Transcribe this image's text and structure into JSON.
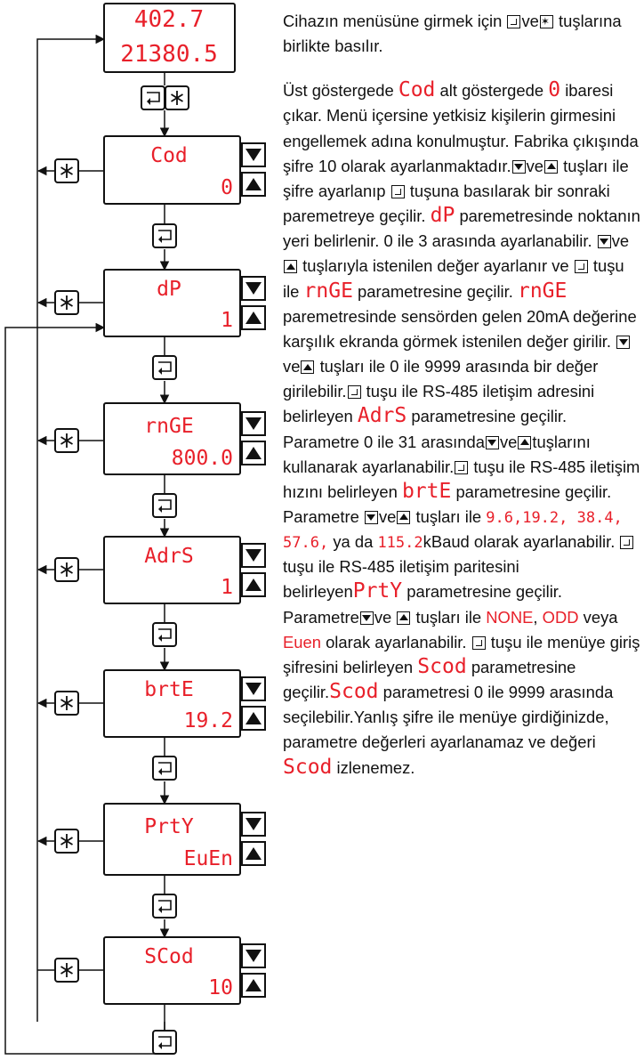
{
  "colors": {
    "display": "#e8202a",
    "line": "#111111"
  },
  "screens": [
    {
      "line1": "402.7",
      "line2": "21380.5"
    },
    {
      "line1": "Cod",
      "line2": "0"
    },
    {
      "line1": "dP",
      "line2": "1"
    },
    {
      "line1": "rnGE",
      "line2": "800.0"
    },
    {
      "line1": "AdrS",
      "line2": "1"
    },
    {
      "line1": "brtE",
      "line2": "19.2"
    },
    {
      "line1": "PrtY",
      "line2": "EuEn"
    },
    {
      "line1": "SCod",
      "line2": "10"
    }
  ],
  "keys": {
    "enter": "enter-key-icon",
    "star": "asterisk-key-icon",
    "down": "down-arrow-key-icon",
    "up": "up-arrow-key-icon"
  },
  "text": {
    "p1a": "Cihazın menüsüne girmek için",
    "ve": "ve",
    "p1b": "tuşlarına birlikte basılır.",
    "p2a": "Üst göstergede",
    "cod": "Cod",
    "p2b": "alt göstergede",
    "zero": "0",
    "p2c": "ibaresi çıkar. Menü içersine yetkisiz kişilerin girmesini engellemek adına konulmuştur. Fabrika çıkışında şifre 10 olarak ayarlanmaktadır.",
    "p2d": "tuşları ile şifre ayarlanıp",
    "p2e": "tuşuna basılarak bir sonraki paremetreye geçilir.",
    "dp": "dP",
    "p3a": "paremetresinde noktanın yeri belirlenir. 0 ile 3 arasında ayarlanabilir.",
    "p3b": "tuşlarıyla istenilen değer ayarlanır ve",
    "p3c": "tuşu ile",
    "rnge": "rnGE",
    "p3d": "parametresine geçilir.",
    "p4a": "paremetresinde sensörden gelen 20mA değerine karşılık ekranda görmek istenilen değer girilir.",
    "p4b": "tuşları ile 0 ile 9999 arasında bir değer girilebilir.",
    "p4c": "tuşu ile RS-485 iletişim adresini belirleyen",
    "adrs": "AdrS",
    "p4d": "parametresine geçilir. Parametre 0 ile 31 arasında",
    "p4e": "tuşlarını kullanarak ayarlanabilir.",
    "p4f": "tuşu ile RS-485 iletişim hızını belirleyen",
    "brte": "brtE",
    "p4g": "parametresine geçilir. Parametre",
    "p4h": "tuşları ile",
    "bauds": "9.6,19.2, 38.4, 57.6,",
    "p4i": "ya da",
    "baud5": "115.2",
    "p4j": "kBaud olarak ayarlanabilir.",
    "p5a": "tuşu ile RS-485 iletişim paritesini belirleyen",
    "prty": "PrtY",
    "p5b": "parametresine geçilir. Parametre",
    "p5c": "tuşları ile",
    "none": "NONE",
    "comma": ",",
    "odd": "ODD",
    "p5d": "veya",
    "euen": "Euen",
    "p5e": "olarak ayarlanabilir.",
    "p6a": "tuşu ile menüye giriş şifresini belirleyen",
    "scod": "Scod",
    "p6b": "parametresine geçilir.",
    "p6c": "parametresi 0 ile 9999 arasında seçilebilir.Yanlış şifre ile menüye girdiğinizde, parametre değerleri ayarlanamaz ve değeri",
    "p6d": "izlenemez."
  }
}
